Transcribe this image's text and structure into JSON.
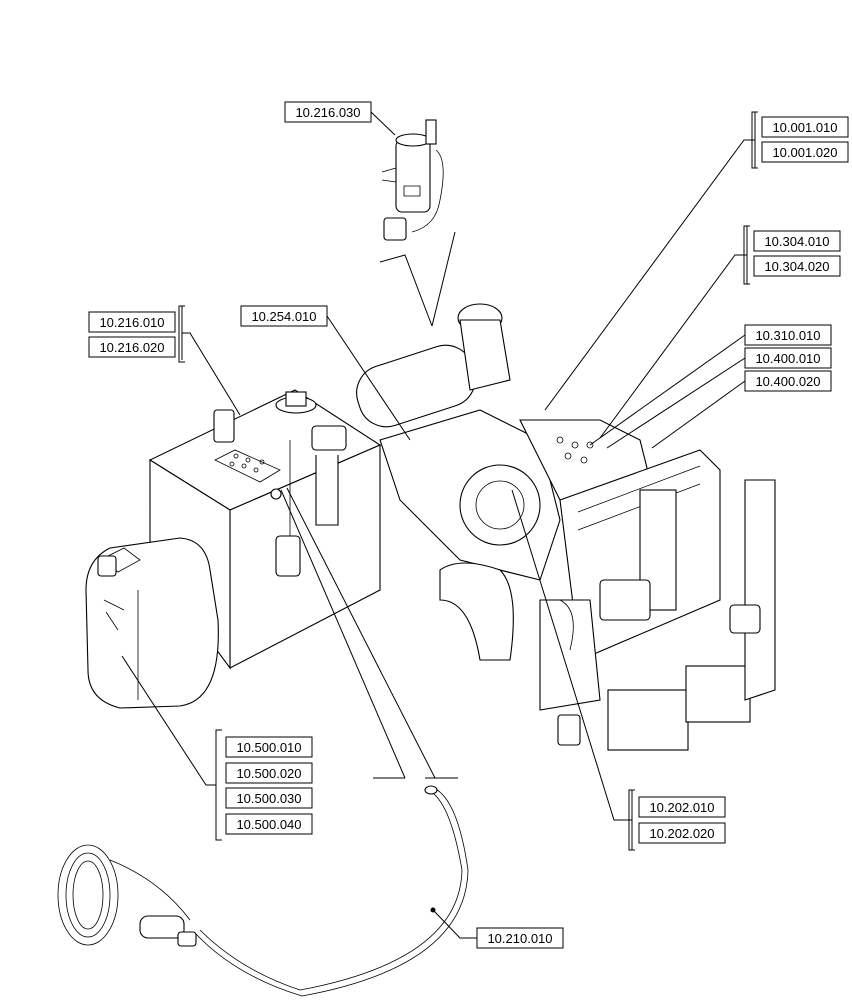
{
  "labels": {
    "l_216_030": "10.216.030",
    "l_001_010": "10.001.010",
    "l_001_020": "10.001.020",
    "l_304_010": "10.304.010",
    "l_304_020": "10.304.020",
    "l_216_010": "10.216.010",
    "l_216_020": "10.216.020",
    "l_254_010": "10.254.010",
    "l_310_010": "10.310.010",
    "l_400_010": "10.400.010",
    "l_400_020": "10.400.020",
    "l_500_010": "10.500.010",
    "l_500_020": "10.500.020",
    "l_500_030": "10.500.030",
    "l_500_040": "10.500.040",
    "l_202_010": "10.202.010",
    "l_202_020": "10.202.020",
    "l_210_010": "10.210.010"
  }
}
